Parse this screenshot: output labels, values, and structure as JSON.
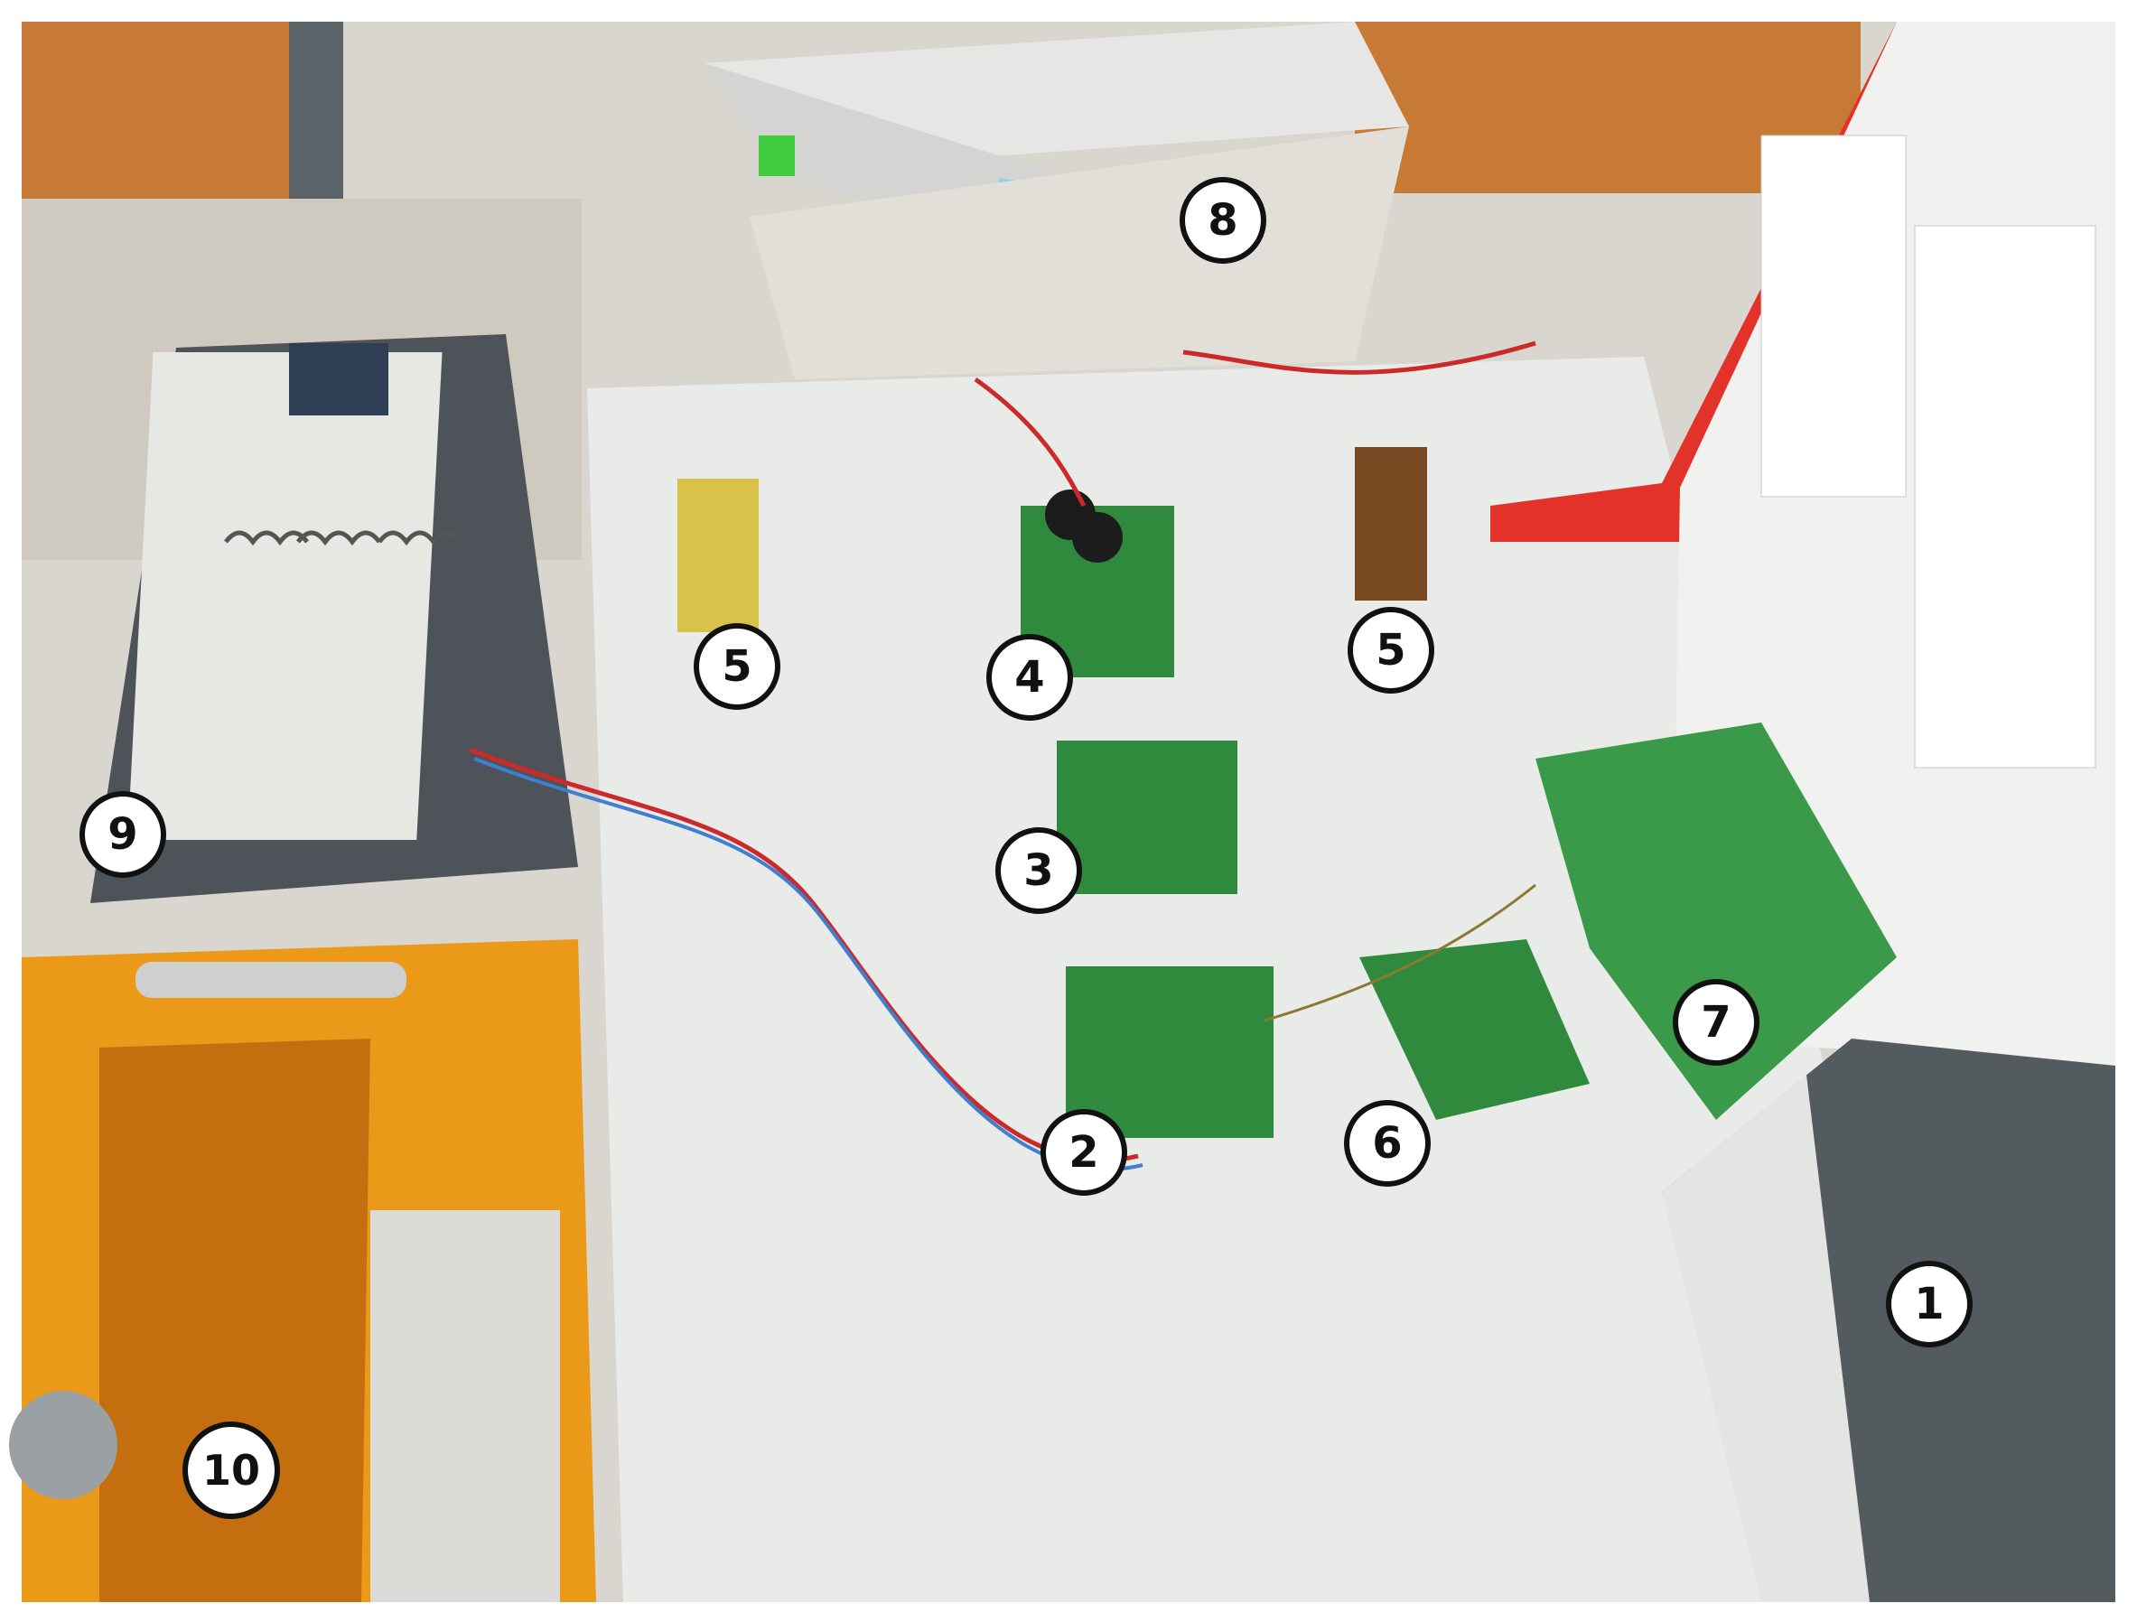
{
  "photo": {
    "labels": [
      {
        "id": "l1",
        "text": "1"
      },
      {
        "id": "l2",
        "text": "2"
      },
      {
        "id": "l3",
        "text": "3"
      },
      {
        "id": "l4",
        "text": "4"
      },
      {
        "id": "l5a",
        "text": "5"
      },
      {
        "id": "l5b",
        "text": "5"
      },
      {
        "id": "l6",
        "text": "6"
      },
      {
        "id": "l7",
        "text": "7"
      },
      {
        "id": "l8",
        "text": "8"
      },
      {
        "id": "l9",
        "text": "9"
      },
      {
        "id": "l10",
        "text": "10"
      }
    ],
    "colors": {
      "table": "#e9ebe9",
      "cabinets": "#c77a36",
      "pcb": "#2f8a3e",
      "orange_unit": "#ea9a18",
      "grey_unit": "#545b5f",
      "red_frame": "#e3322a",
      "wire_red": "#cc2a2a",
      "wire_blue": "#3f7fd0",
      "label_fill": "#ffffff",
      "label_border": "#111111"
    }
  }
}
